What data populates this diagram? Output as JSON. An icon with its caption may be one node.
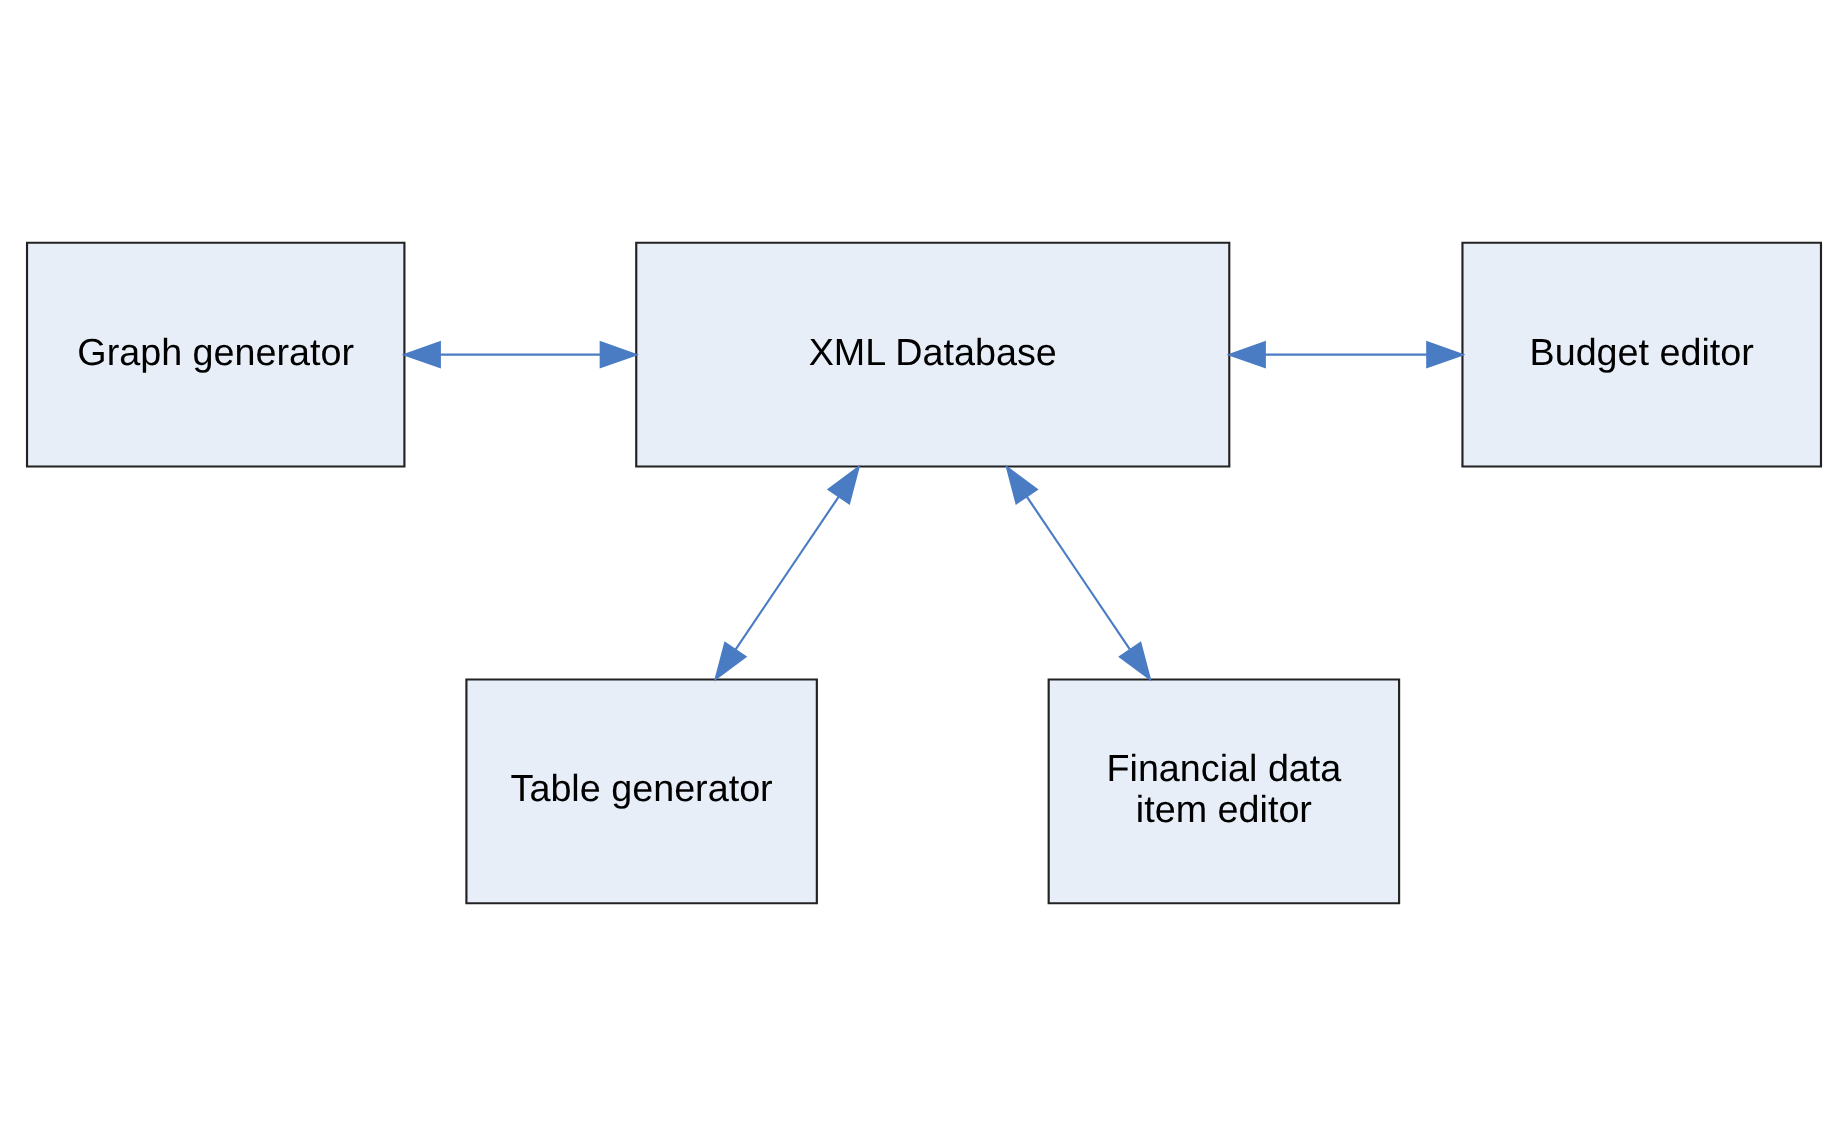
{
  "diagram": {
    "nodes": [
      {
        "text": [
          "Table generator"
        ]
      },
      {
        "text": [
          "Graph generator"
        ]
      },
      {
        "text": [
          "XML Database"
        ]
      },
      {
        "text": [
          "Budget editor"
        ]
      },
      {
        "text": [
          "Financial data item editor"
        ]
      }
    ],
    "edges": [
      {
        "from": 2,
        "to": 0,
        "arrow": "both"
      },
      {
        "from": 1,
        "to": 2,
        "arrow": "both"
      },
      {
        "from": 2,
        "to": 3,
        "arrow": "both"
      },
      {
        "from": 2,
        "to": 4,
        "arrow": "both"
      }
    ]
  }
}
